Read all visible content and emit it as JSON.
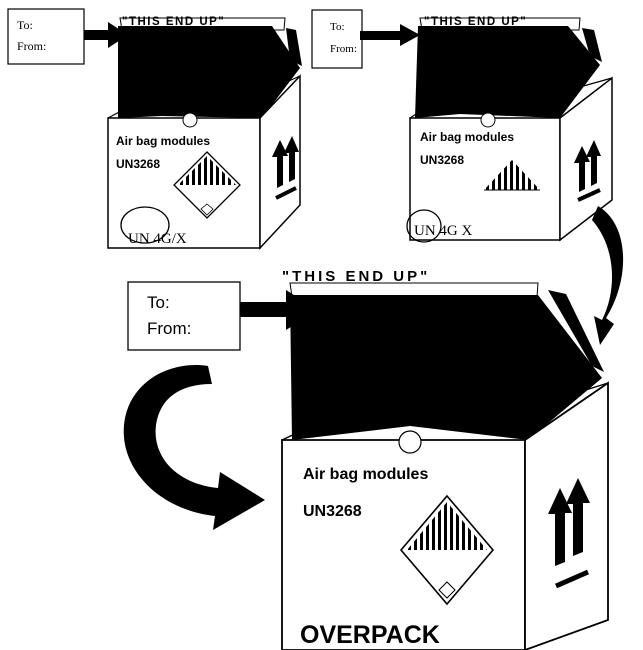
{
  "boxes": [
    {
      "tag": {
        "to": "To:",
        "from": "From:"
      },
      "orientation_label": "\"THIS END UP\"",
      "contents": "Air bag  modules",
      "un_number": "UN3268",
      "packaging_code": "UN 4G/X"
    },
    {
      "tag": {
        "to": "To:",
        "from": "From:"
      },
      "orientation_label": "\"THIS END UP\"",
      "contents": "Air bag  modules",
      "un_number": "UN3268",
      "packaging_code": "UN 4G X"
    },
    {
      "tag": {
        "to": "To:",
        "from": "From:"
      },
      "orientation_label": "\"THIS END UP\"",
      "contents": "Air bag  modules",
      "un_number": "UN3268",
      "overpack_label": "OVERPACK"
    }
  ],
  "colors": {
    "ink": "#000000",
    "paper": "#ffffff"
  }
}
